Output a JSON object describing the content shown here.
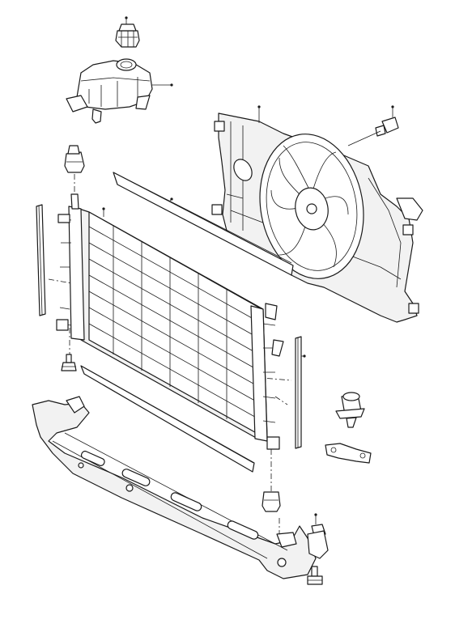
{
  "diagram": {
    "parts": [
      {
        "id": "expansion-tank-cap"
      },
      {
        "id": "expansion-tank"
      },
      {
        "id": "fan-shroud"
      },
      {
        "id": "fan-motor-connector"
      },
      {
        "id": "radiator-upper-mount"
      },
      {
        "id": "upper-seal-strip"
      },
      {
        "id": "left-side-seal"
      },
      {
        "id": "radiator"
      },
      {
        "id": "right-side-seal"
      },
      {
        "id": "lower-seal-strip"
      },
      {
        "id": "drain-plug-left"
      },
      {
        "id": "thermostat-sensor"
      },
      {
        "id": "bracket-clip"
      },
      {
        "id": "lower-support-crossmember"
      },
      {
        "id": "radiator-lower-mount"
      },
      {
        "id": "mounting-bolt"
      },
      {
        "id": "crossmember-pin"
      }
    ]
  }
}
